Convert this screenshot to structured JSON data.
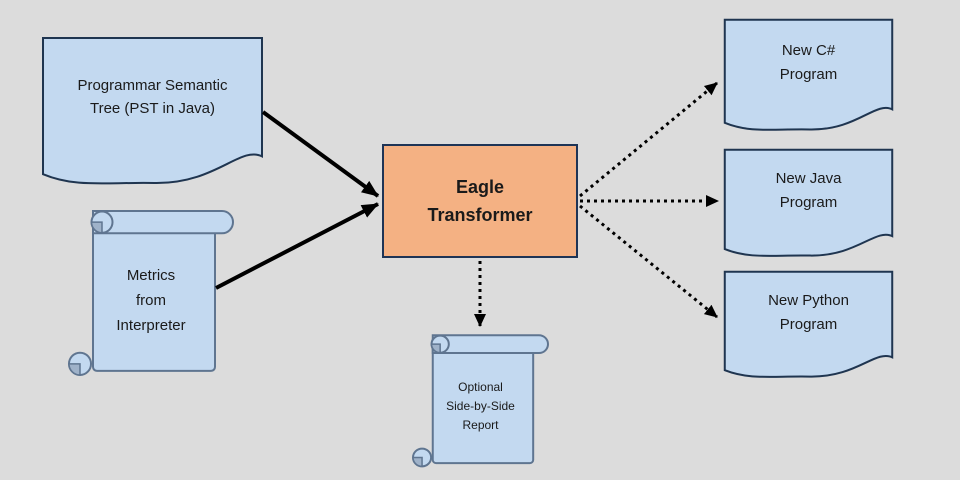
{
  "background_color": "#dcdcdc",
  "colors": {
    "node_fill_blue": "#c3d9f0",
    "node_fill_orange": "#f4b183",
    "document_border": "#1f3550",
    "scroll_border": "#5f7590",
    "scroll_curl_shade": "#9fb2c9",
    "arrow": "#000000"
  },
  "nodes": {
    "pst_document": {
      "shape": "document",
      "lines": [
        "Programmar Semantic",
        "Tree (PST in Java)"
      ]
    },
    "metrics_scroll": {
      "shape": "vertical-scroll",
      "lines": [
        "Metrics",
        "from",
        "Interpreter"
      ]
    },
    "transformer_box": {
      "shape": "rectangle",
      "lines": [
        "Eagle",
        "Transformer"
      ]
    },
    "csharp_document": {
      "shape": "document",
      "lines": [
        "New C#",
        "Program"
      ]
    },
    "java_document": {
      "shape": "document",
      "lines": [
        "New Java",
        "Program"
      ]
    },
    "python_document": {
      "shape": "document",
      "lines": [
        "New Python",
        "Program"
      ]
    },
    "report_scroll": {
      "shape": "vertical-scroll",
      "lines": [
        "Optional",
        "Side-by-Side",
        "Report"
      ]
    }
  },
  "edges": [
    {
      "from": "pst_document",
      "to": "transformer_box",
      "style": "solid"
    },
    {
      "from": "metrics_scroll",
      "to": "transformer_box",
      "style": "solid"
    },
    {
      "from": "transformer_box",
      "to": "csharp_document",
      "style": "dotted"
    },
    {
      "from": "transformer_box",
      "to": "java_document",
      "style": "dotted"
    },
    {
      "from": "transformer_box",
      "to": "python_document",
      "style": "dotted"
    },
    {
      "from": "transformer_box",
      "to": "report_scroll",
      "style": "dotted"
    }
  ]
}
